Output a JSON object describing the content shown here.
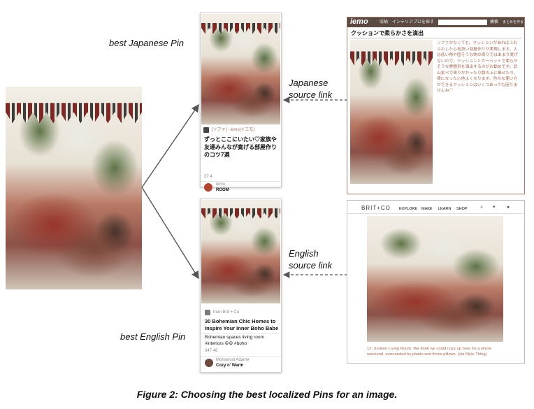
{
  "labels": {
    "best_japanese_pin": "best Japanese Pin",
    "japanese_source_link_1": "Japanese",
    "japanese_source_link_2": "source link",
    "english_source_link_1": "English",
    "english_source_link_2": "source link",
    "best_english_pin": "best English Pin"
  },
  "japanese_pin": {
    "source": "[ソファ] - iemo[イエモ]",
    "title": "ずっとここにいたい♡家族や友達みんなが寛げる部屋作りのコツ7選",
    "stats": "37  4",
    "user_line1": "iemo",
    "user_line2": "ROOM"
  },
  "english_pin": {
    "source": "from Brit + Co",
    "title": "30 Bohemian Chic Homes to Inspire Your Inner Boho Babe",
    "description": "Bohemian spaces living room #interiors ☮☮ #boho",
    "stats": "347  46",
    "user_line1": "Monserrat Adame",
    "user_line2": "Cozy n' Warm"
  },
  "iemo_site": {
    "logo": "iemo",
    "nav": [
      "収納",
      "インテリア",
      "プロを探す"
    ],
    "search_btn": "検索",
    "nav_right": "まとめを作る",
    "title": "クッションで柔らかさを演出",
    "body": "ソファがなくても、クッションがあればふわふわした心地良い部屋作りが実現します。人は低い角や固そうな物の周りではあまり寛げないので、クッションとカーペットで柔らかそうな雰囲気を演出するのがお勧めです。武山家ペで寄りかかったり膝の上に乗せたり、様になった心地よくなります。色々な使い方ができるクッションはいくつあっても困りませんね♡"
  },
  "britco_site": {
    "logo": "BRIT+CO",
    "nav": [
      "EXPLORE",
      "MAKE",
      "LEARN",
      "SHOP"
    ],
    "caption": "12. Sunken Living Room: We think we could cozy up here for a whole weekend, surrounded by plants and throw pillows. (via Style Thing)"
  },
  "figure_caption": "Figure 2: Choosing the best localized Pins for an image."
}
